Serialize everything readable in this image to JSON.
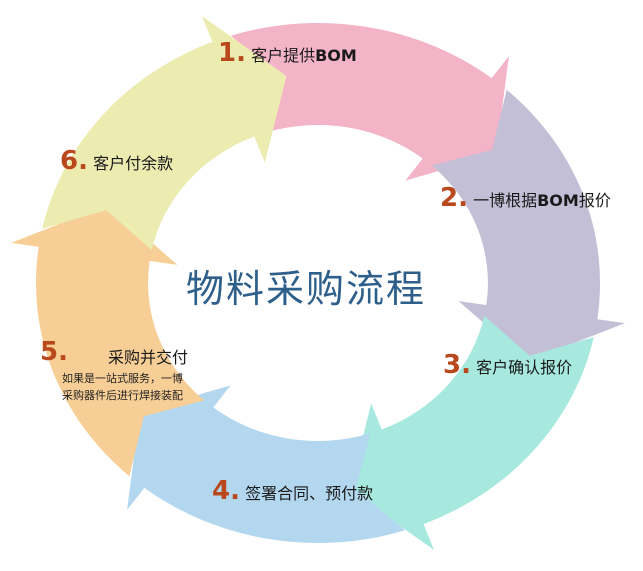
{
  "title": "物料采购流程",
  "colors": {
    "step1": "#f3b4c8",
    "step2": "#c3bfd6",
    "step3": "#a7e8df",
    "step4": "#b3d7ef",
    "step5": "#f7cf96",
    "step6": "#ecebb0",
    "number": "#b9481c",
    "title": "#2e5f8a"
  },
  "steps": [
    {
      "num": "1",
      "dot": ".",
      "text": "客户提供",
      "text_b": "BOM",
      "text_c": ""
    },
    {
      "num": "2",
      "dot": ".",
      "text": "一博根据",
      "text_b": "BOM",
      "text_c": "报价"
    },
    {
      "num": "3",
      "dot": ".",
      "text": "客户确认报价",
      "text_b": "",
      "text_c": ""
    },
    {
      "num": "4",
      "dot": ".",
      "text": "签署合同、预付款",
      "text_b": "",
      "text_c": ""
    },
    {
      "num": "5",
      "dot": ".",
      "text": "采购并交付",
      "text_b": "",
      "text_c": "",
      "note_line1": "如果是一站式服务，一博",
      "note_line2": "采购器件后进行焊接装配"
    },
    {
      "num": "6",
      "dot": ".",
      "text": "客户付余款",
      "text_b": "",
      "text_c": ""
    }
  ]
}
